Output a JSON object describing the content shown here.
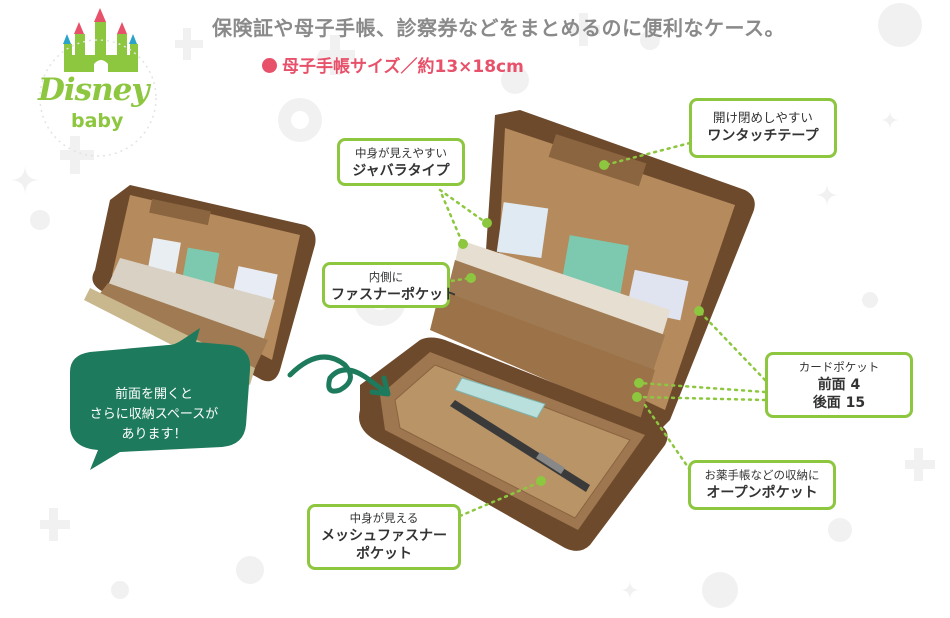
{
  "logo": {
    "brand": "Disney",
    "sub": "baby"
  },
  "headline": "保険証や母子手帳、診察券などをまとめるのに便利なケース。",
  "size_note": "母子手帳サイズ／約13×18cm",
  "speech": {
    "line1": "前面を開くと",
    "line2": "さらに収納スペースが",
    "line3": "あります！"
  },
  "callouts": {
    "jabara": {
      "line1": "中身が見えやすい",
      "line2": "ジャバラタイプ"
    },
    "zipper_inner": {
      "line1": "内側に",
      "line2": "ファスナーポケット"
    },
    "tape": {
      "line1": "開け閉めしやすい",
      "line2": "ワンタッチテープ"
    },
    "card": {
      "line1": "カードポケット",
      "line2": "前面 4",
      "line3": "後面 15"
    },
    "open_pocket": {
      "line1": "お薬手帳などの収納に",
      "line2": "オープンポケット"
    },
    "mesh": {
      "line1": "中身が見える",
      "line2": "メッシュファスナー",
      "line3": "ポケット"
    }
  },
  "colors": {
    "accent_green": "#8dc63f",
    "speech_green": "#1e7a5c",
    "pink": "#e8516a",
    "case_brown": "#6e4a2c",
    "case_tan": "#b58a5c"
  }
}
